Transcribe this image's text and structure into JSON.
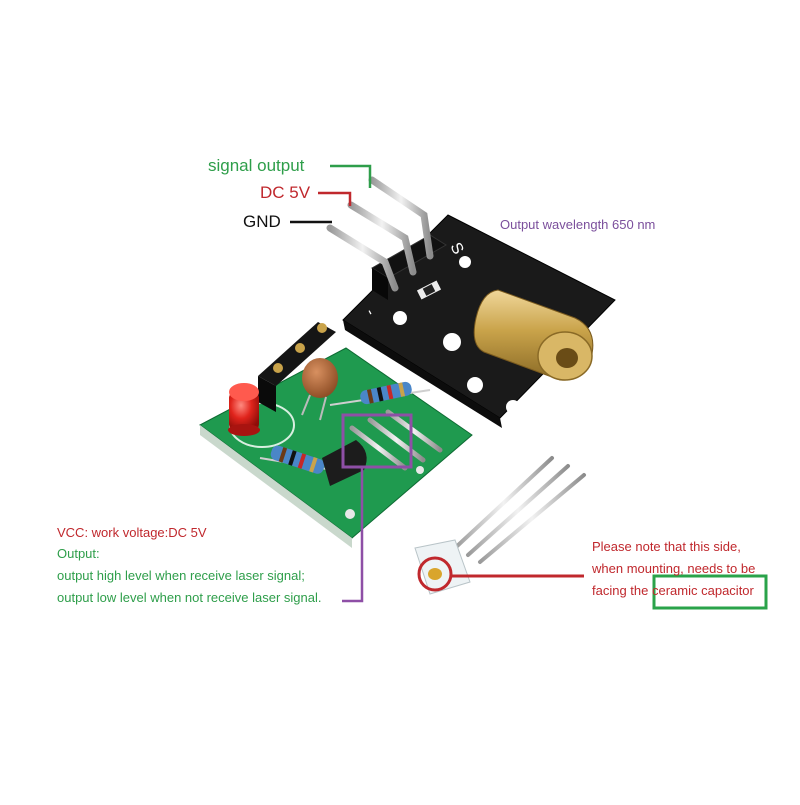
{
  "pins": {
    "signal_output": "signal output",
    "dc_5v": "DC 5V",
    "gnd": "GND"
  },
  "laser_module": {
    "wavelength_note": "Output wavelength 650 nm",
    "silk_s": "S",
    "silk_minus": "-"
  },
  "receiver_module": {
    "vcc_line": "VCC: work voltage:DC 5V",
    "output_heading": "Output:",
    "output_high": "output high level when receive laser signal;",
    "output_low": "output low level when not receive laser signal."
  },
  "sensor_note": {
    "line1": "Please note that this side,",
    "line2": "when mounting, needs to be",
    "line3_prefix": "facing the ",
    "line3_highlight": "ceramic capacitor"
  },
  "colors": {
    "signal": "#2e9e4a",
    "dc": "#c0282d",
    "gnd": "#111111",
    "wavelength": "#7b4f9c",
    "vcc_text": "#c0282d",
    "output_text": "#2e9e4a",
    "purple_callout": "#8e4fa6",
    "sensor_note_text": "#c0282d",
    "highlight_box": "#2aa34a",
    "pcb_green": "#1f9a4f",
    "pcb_black": "#1a1a1a",
    "brass": "#c9a34a"
  }
}
